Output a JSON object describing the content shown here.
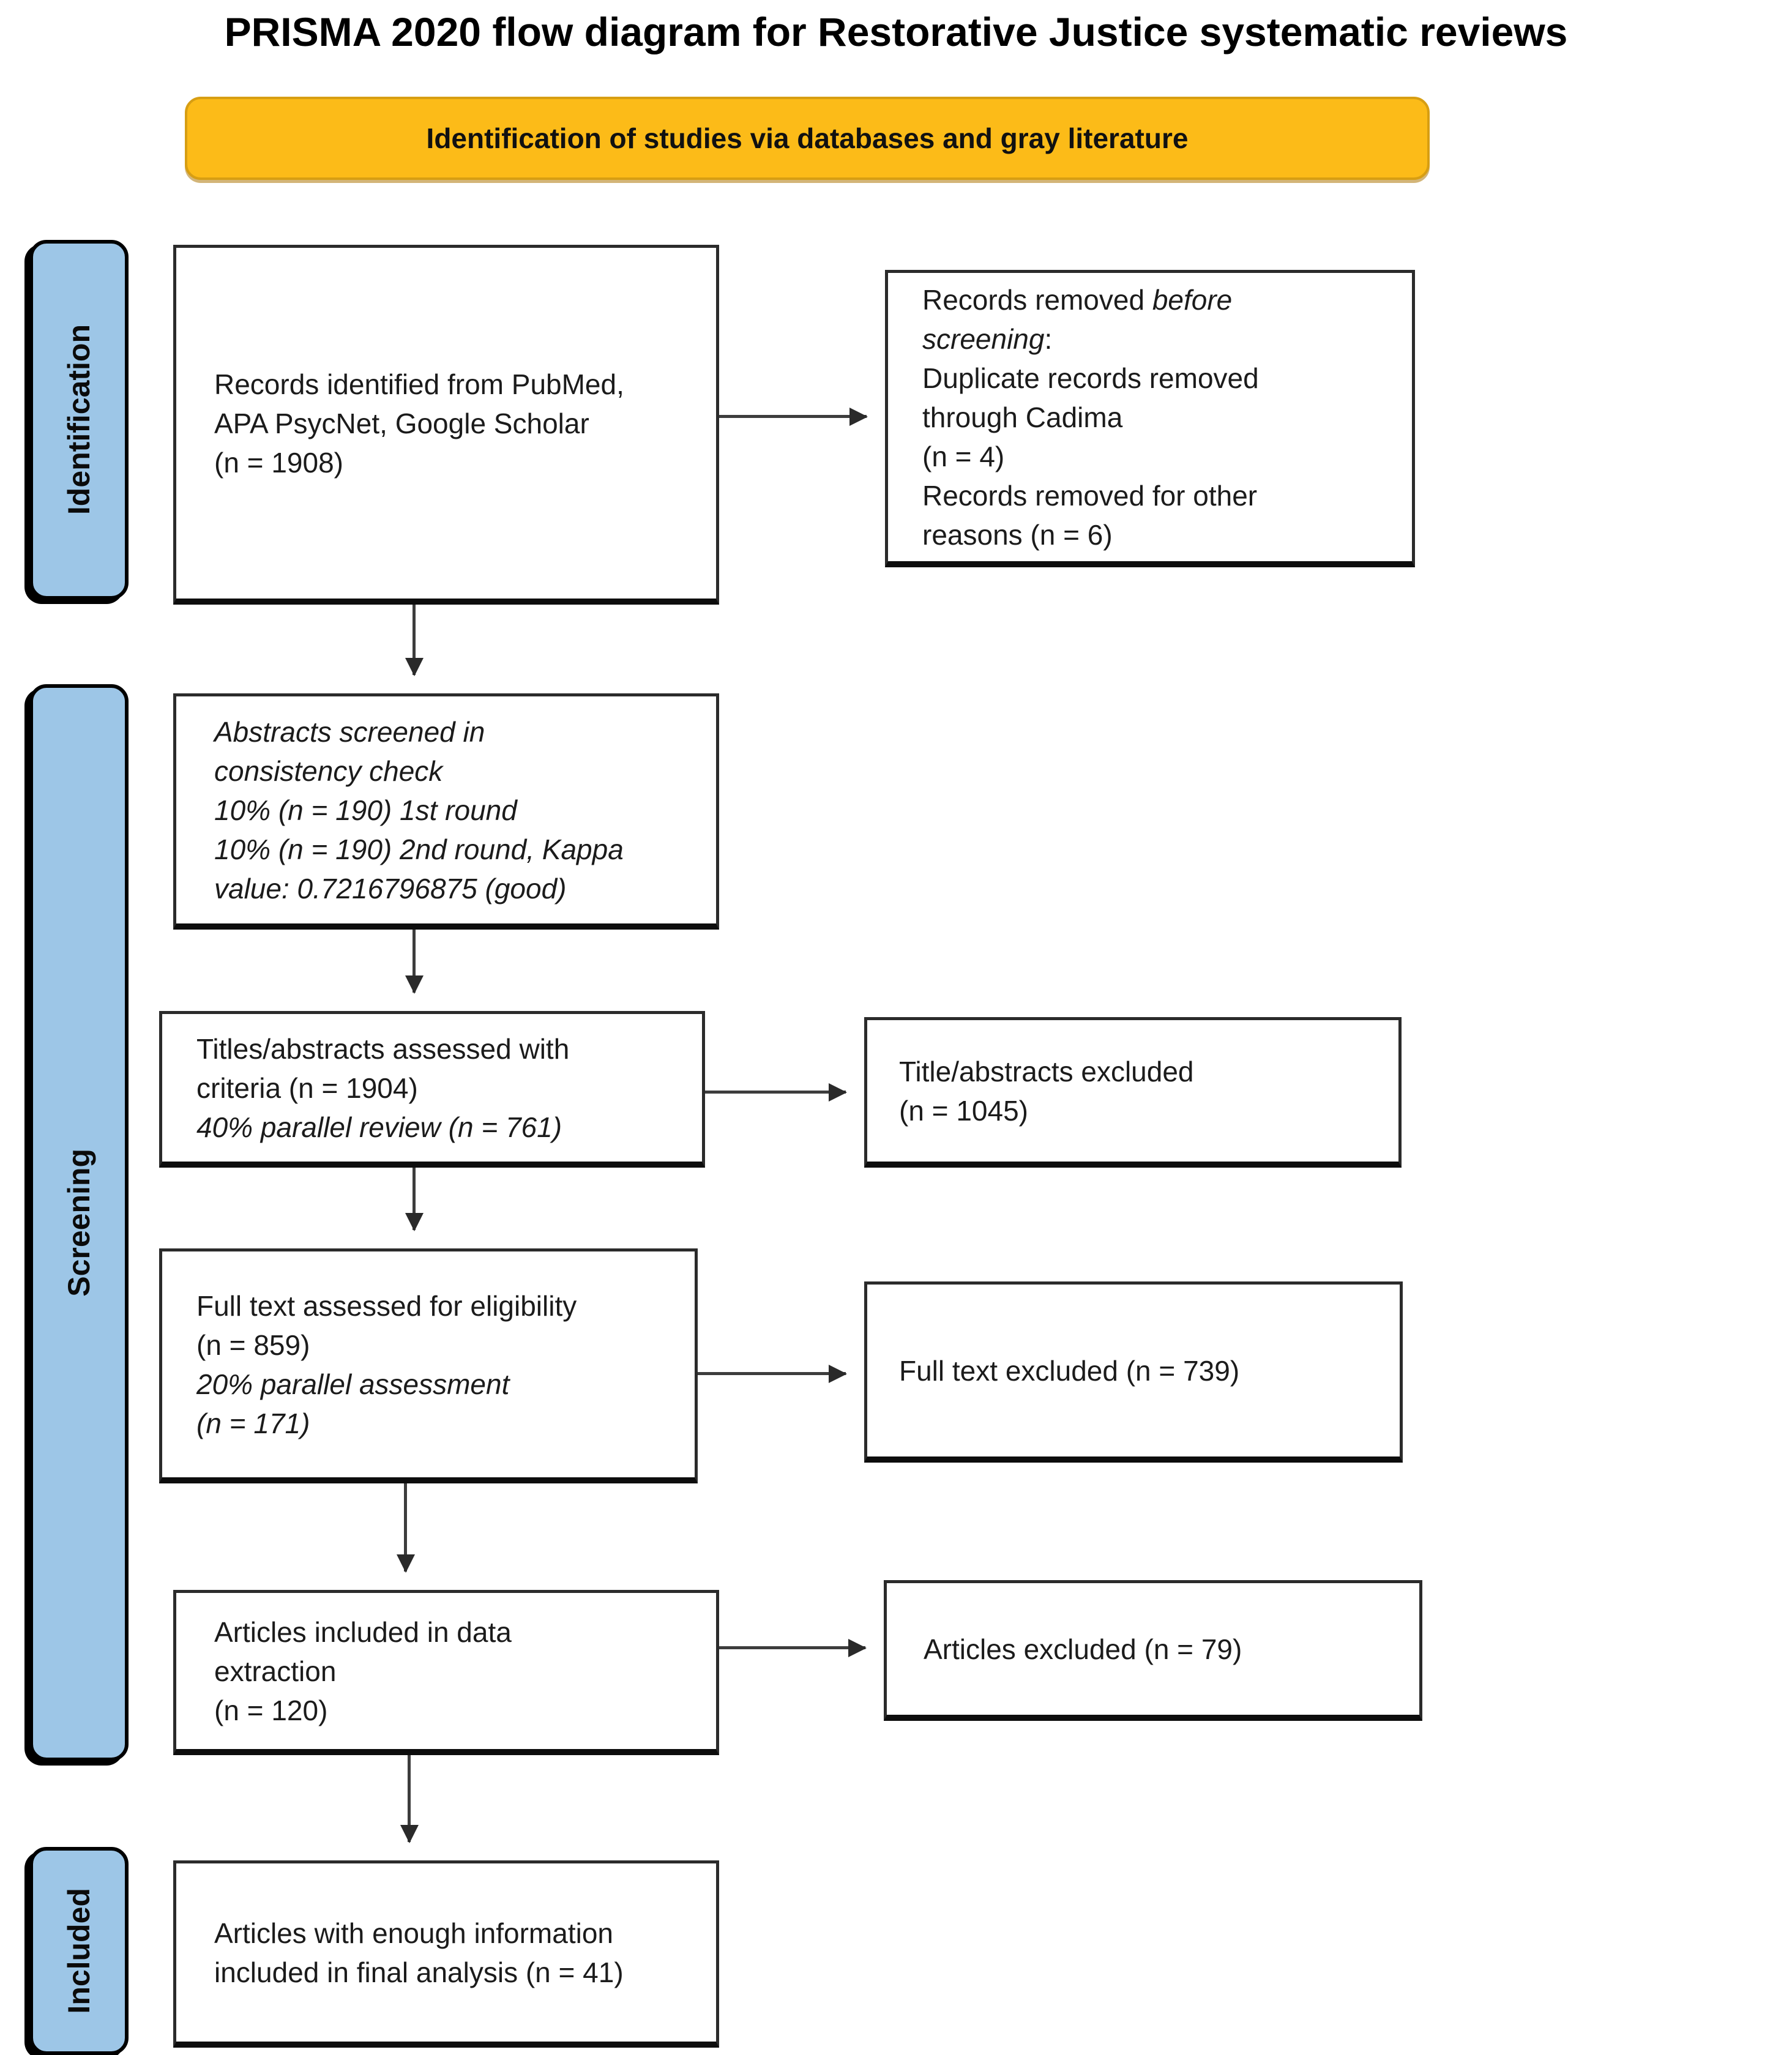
{
  "title": "PRISMA 2020 flow diagram for Restorative Justice systematic reviews",
  "banner": {
    "label": "Identification of studies via databases and gray literature"
  },
  "colors": {
    "banner_fill": "#FCBB18",
    "banner_border": "#D79E13",
    "sidebar_fill": "#9DC6E7",
    "box_border": "#2b2b2b",
    "arrow": "#3d3d3d"
  },
  "sidebars": {
    "identification": {
      "label": "Identification"
    },
    "screening": {
      "label": "Screening"
    },
    "included": {
      "label": "Included"
    }
  },
  "boxes": {
    "records_identified": {
      "lines": [
        [
          {
            "t": "Records identified from PubMed,"
          }
        ],
        [
          {
            "t": "APA PsycNet, Google Scholar"
          }
        ],
        [
          {
            "t": "(n = 1908)"
          }
        ]
      ]
    },
    "records_removed": {
      "lines": [
        [
          {
            "t": "Records removed "
          },
          {
            "t": "before",
            "i": true
          }
        ],
        [
          {
            "t": "screening",
            "i": true
          },
          {
            "t": ":"
          }
        ],
        [
          {
            "t": "Duplicate records removed"
          }
        ],
        [
          {
            "t": "through Cadima"
          }
        ],
        [
          {
            "t": "(n = 4)"
          }
        ],
        [
          {
            "t": "Records removed for other"
          }
        ],
        [
          {
            "t": "reasons (n = 6)"
          }
        ]
      ]
    },
    "abstracts_screened": {
      "lines": [
        [
          {
            "t": "Abstracts screened in",
            "i": true
          }
        ],
        [
          {
            "t": "consistency check",
            "i": true
          }
        ],
        [
          {
            "t": "10% (n = 190) 1st round",
            "i": true
          }
        ],
        [
          {
            "t": "10% (n = 190) 2nd round, Kappa",
            "i": true
          }
        ],
        [
          {
            "t": "value: 0.7216796875 (good)",
            "i": true
          }
        ]
      ]
    },
    "titles_assessed": {
      "lines": [
        [
          {
            "t": "Titles/abstracts assessed with"
          }
        ],
        [
          {
            "t": "criteria (n = 1904)"
          }
        ],
        [
          {
            "t": "40% parallel review (n = 761)",
            "i": true
          }
        ]
      ]
    },
    "titles_excluded": {
      "lines": [
        [
          {
            "t": "Title/abstracts excluded"
          }
        ],
        [
          {
            "t": "(n = 1045)"
          }
        ]
      ]
    },
    "fulltext_assessed": {
      "lines": [
        [
          {
            "t": "Full text assessed for eligibility"
          }
        ],
        [
          {
            "t": "(n = 859)"
          }
        ],
        [
          {
            "t": "20% parallel assessment",
            "i": true
          }
        ],
        [
          {
            "t": "(n = 171)",
            "i": true
          }
        ]
      ]
    },
    "fulltext_excluded": {
      "lines": [
        [
          {
            "t": "Full text excluded (n = 739)"
          }
        ]
      ]
    },
    "articles_included": {
      "lines": [
        [
          {
            "t": "Articles included in data"
          }
        ],
        [
          {
            "t": "extraction"
          }
        ],
        [
          {
            "t": "(n = 120)"
          }
        ]
      ]
    },
    "articles_excluded": {
      "lines": [
        [
          {
            "t": "Articles excluded (n = 79)"
          }
        ]
      ]
    },
    "final_analysis": {
      "lines": [
        [
          {
            "t": "Articles with enough information"
          }
        ],
        [
          {
            "t": "included in final analysis (n = 41)"
          }
        ]
      ]
    }
  }
}
